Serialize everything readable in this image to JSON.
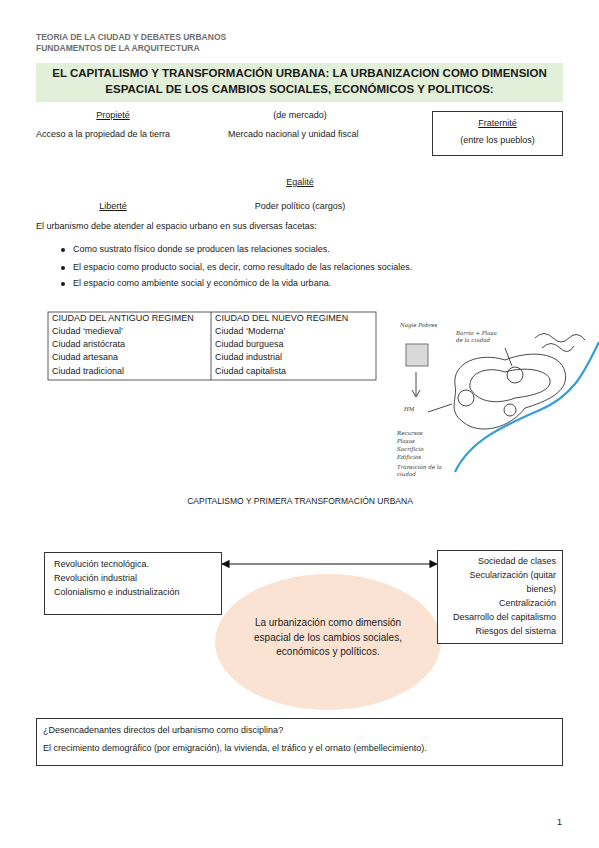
{
  "diagram": {
    "title": "EL CAPITALISMO Y TRANSFORMACIÓN URBANA: LA URBANIZACION COMO DIMENSION ESPACIAL DE LOS CAMBIOS SOCIALES, ECONÓMICOS Y POLITICOS:",
    "nodes": [
      {
        "text": [
          "Fraternité",
          "(entre los pueblos)"
        ]
      },
      {
        "text": [
          "Revolución tecnológica.",
          "Revolución industrial",
          "Colonialismo e industrialización"
        ]
      },
      {
        "text": [
          "La urbanización como dimensión espacial de los cambios sociales, económicos y políticos."
        ]
      },
      {
        "text": [
          "Sociedad de clases",
          "Secularización (quitar bienes)",
          "Centralización",
          "Desarrollo del capitalismo",
          "Riesgos del sistema"
        ]
      },
      {
        "text": [
          "¿Desencadenantes directos del urbanismo como disciplina?",
          "El crecimiento demográfico (por emigración), la vivienda, el tráfico y el ornato (embellecimiento)."
        ]
      }
    ],
    "edges": [
      {
        "from": 1,
        "to": 3,
        "arrow": "both"
      }
    ],
    "labels": [
      "TEORIA DE LA CIUDAD Y DEBATES URBANOS",
      "FUNDAMENTOS DE LA ARQUITECTURA",
      "Propieté",
      "(de mercado)",
      "Acceso a la propiedad de la tierra",
      "Mercado nacional y unidad fiscal",
      "Egalité",
      "Liberté",
      "Poder político (cargos)",
      "El urbanismo debe atender al espacio urbano en sus diversas facetas:",
      "Como sustrato físico donde se producen las relaciones sociales.",
      "El espacio como producto social, es decir, como resultado de las relaciones sociales.",
      "El espacio como ambiente social y económico de la vida urbana.",
      "CIUDAD DEL ANTIGUO REGIMEN",
      "CIUDAD DEL NUEVO REGIMEN",
      "Ciudad ‘medieval’",
      "Ciudad ‘Moderna’",
      "Ciudad aristócrata",
      "Ciudad burguesa",
      "Ciudad artesana",
      "Ciudad industrial",
      "Ciudad tradicional",
      "Ciudad capitalista",
      "Nagie Pobres",
      "Barrio + Plaza de la ciudad",
      "HM",
      "Recursos",
      "Plazas",
      "Sacrificio",
      "Edificios",
      "Transición de la ciudad",
      "CAPITALISMO Y PRIMERA TRANSFORMACIÓN URBANA",
      "1"
    ]
  }
}
